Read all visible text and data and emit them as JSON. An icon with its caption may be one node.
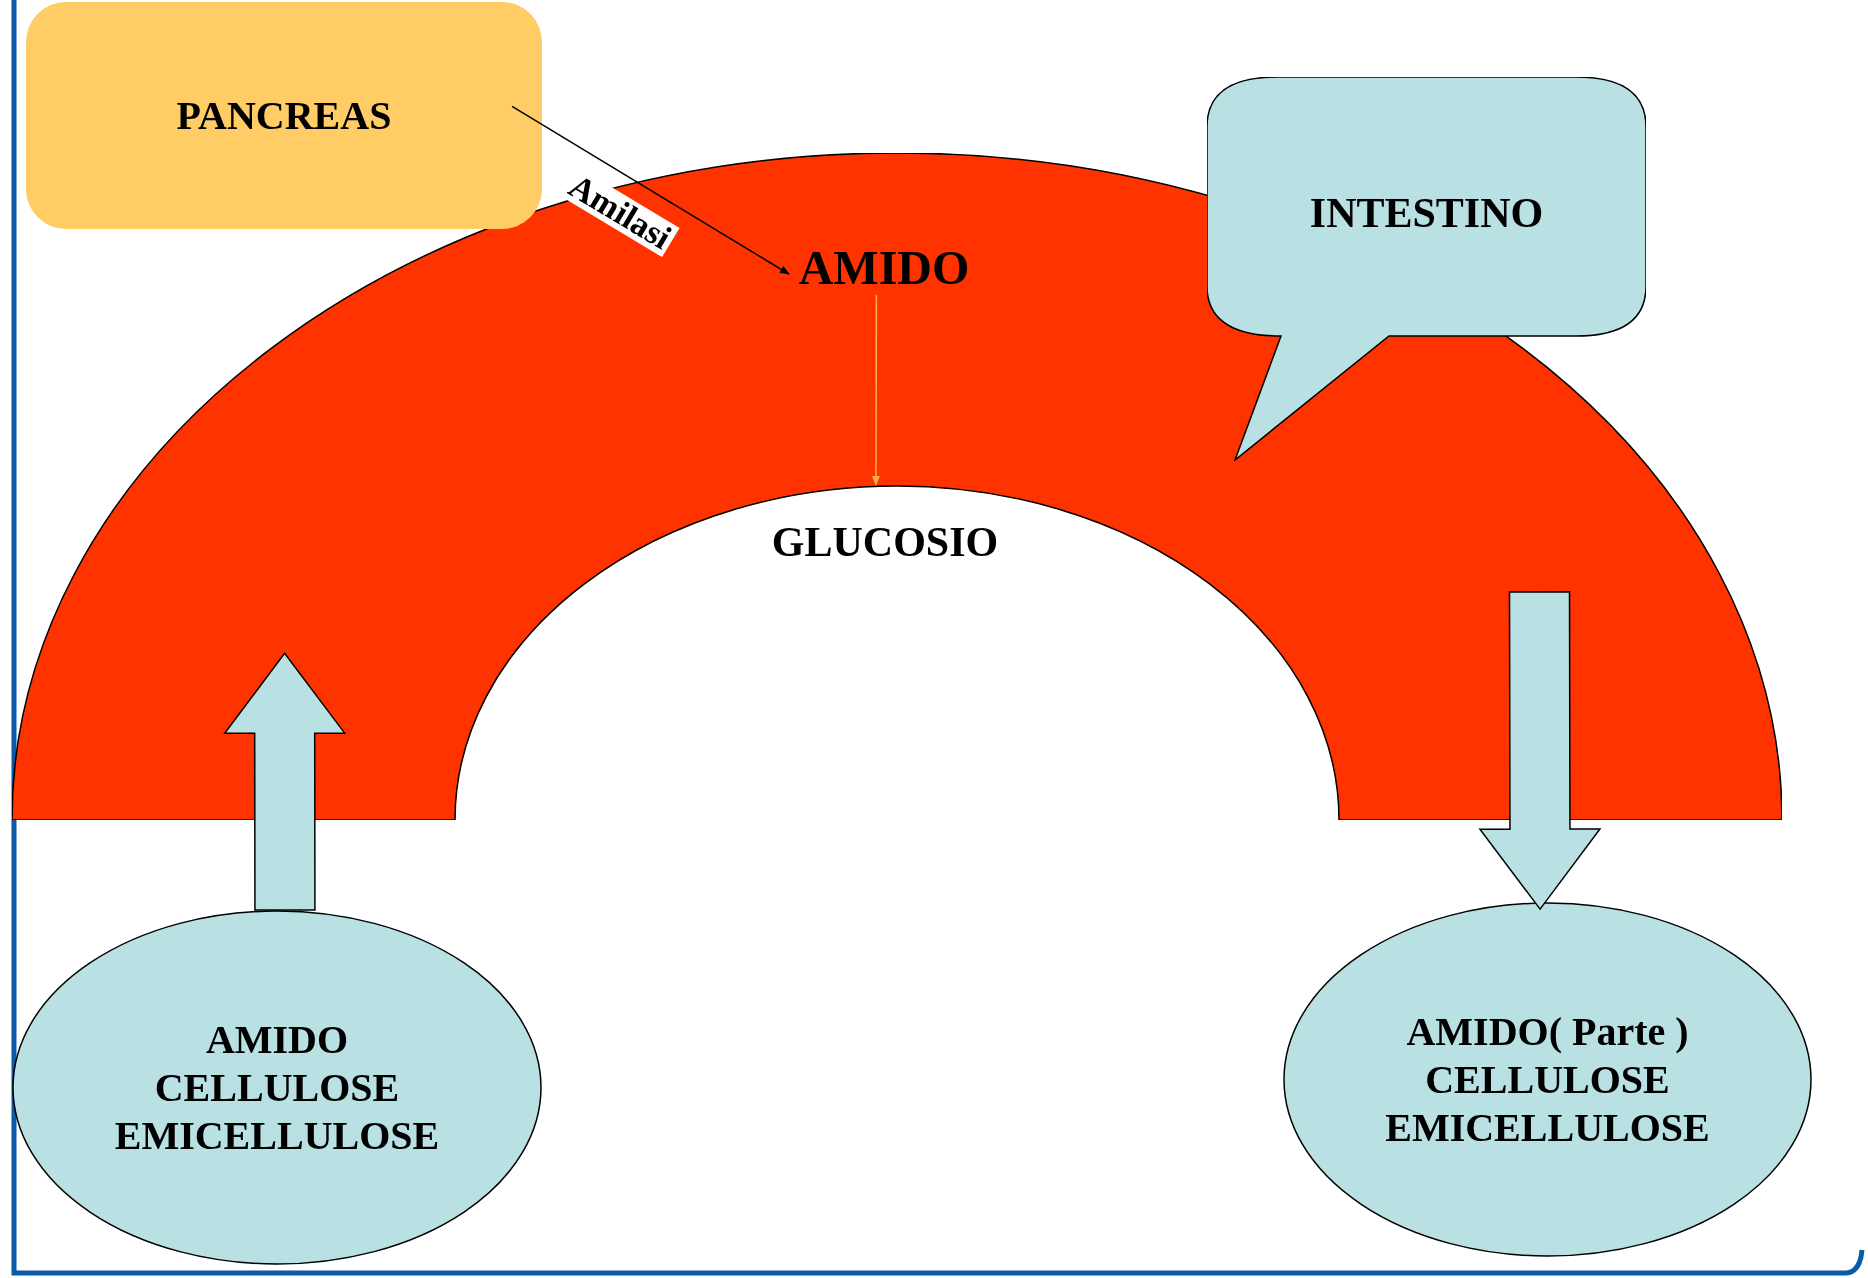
{
  "diagram": {
    "nodes": [
      {
        "text": [
          "PANCREAS"
        ]
      },
      {
        "text": [],
        "shape": "band"
      },
      {
        "text": [
          "INTESTINO"
        ]
      },
      {
        "text": [
          "AMIDO"
        ],
        "in": 1
      },
      {
        "text": [
          "GLUCOSIO"
        ]
      },
      {
        "text": [
          "AMIDO",
          "CELLULOSE",
          "EMICELLULOSE"
        ]
      },
      {
        "text": [
          "AMIDO( Parte )",
          "CELLULOSE",
          "EMICELLULOSE"
        ]
      }
    ],
    "edges": [
      {
        "from": 0,
        "to": 3,
        "arrow": "to",
        "label": "Amilasi"
      },
      {
        "from": 3,
        "to": 4,
        "arrow": "to",
        "color": "#ffb347"
      },
      {
        "from": 5,
        "to": 1,
        "arrow": "to",
        "style": "thick"
      },
      {
        "from": 1,
        "to": 6,
        "arrow": "to",
        "style": "thick"
      }
    ]
  }
}
